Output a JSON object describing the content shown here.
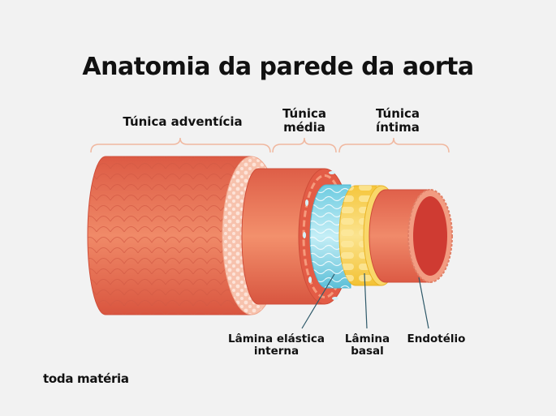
{
  "title": "Anatomia da parede da aorta",
  "layers": {
    "adventicia": "Túnica adventícia",
    "media": [
      "Túnica",
      "média"
    ],
    "intima": [
      "Túnica",
      "íntima"
    ]
  },
  "callouts": {
    "lamina_elastica": [
      "Lâmina elástica",
      "interna"
    ],
    "lamina_basal": [
      "Lâmina",
      "basal"
    ],
    "endotelio": "Endotélio"
  },
  "logo": "toda matéria",
  "colors": {
    "adventicia": "#e2614a",
    "media": "#e8704f",
    "elastica": "#8fd8e6",
    "basal": "#f7d35a",
    "endotelio": "#e76a4f",
    "lumen": "#cf3b32",
    "bracket": "#f0b8a0"
  }
}
